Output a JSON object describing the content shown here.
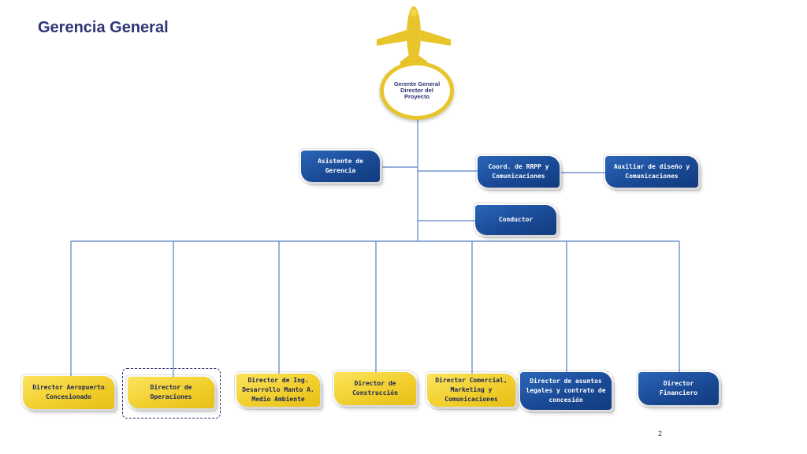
{
  "header": {
    "title": "Gerencia General"
  },
  "top": {
    "label": "Gerente General\nDirector del\nProyecto"
  },
  "staff": [
    {
      "id": "asistente",
      "label": "Asistente de\nGerencia"
    },
    {
      "id": "rrpp",
      "label": "Coord. de RRPP y\nComunicaciones"
    },
    {
      "id": "auxiliar",
      "label": "Auxiliar de diseño y\nComunicaciones"
    },
    {
      "id": "conductor",
      "label": "Conductor"
    }
  ],
  "directors": [
    {
      "id": "aeropuerto",
      "label": "Director Aeropuerto\nConcesionado"
    },
    {
      "id": "operaciones",
      "label": "Director de Operaciones"
    },
    {
      "id": "ingenieria",
      "label": "Director de Ing.\nDesarrollo Manto A.\nMedio Ambiente"
    },
    {
      "id": "construccion",
      "label": "Director de\nConstrucción"
    },
    {
      "id": "comercial",
      "label": "Director Comercial,\nMarketing y\nComunicaciones"
    },
    {
      "id": "legales",
      "label": "Director de asuntos\nlegales y contrato de\nconcesión"
    },
    {
      "id": "financiero",
      "label": "Director Financiero"
    }
  ],
  "footer": {
    "page_number": "2"
  },
  "colors": {
    "title": "#2e3475",
    "blue_box": "#1a4a96",
    "yellow_box": "#f1cf2d",
    "connector": "#5b7fc4",
    "plane": "#e8c52a"
  }
}
